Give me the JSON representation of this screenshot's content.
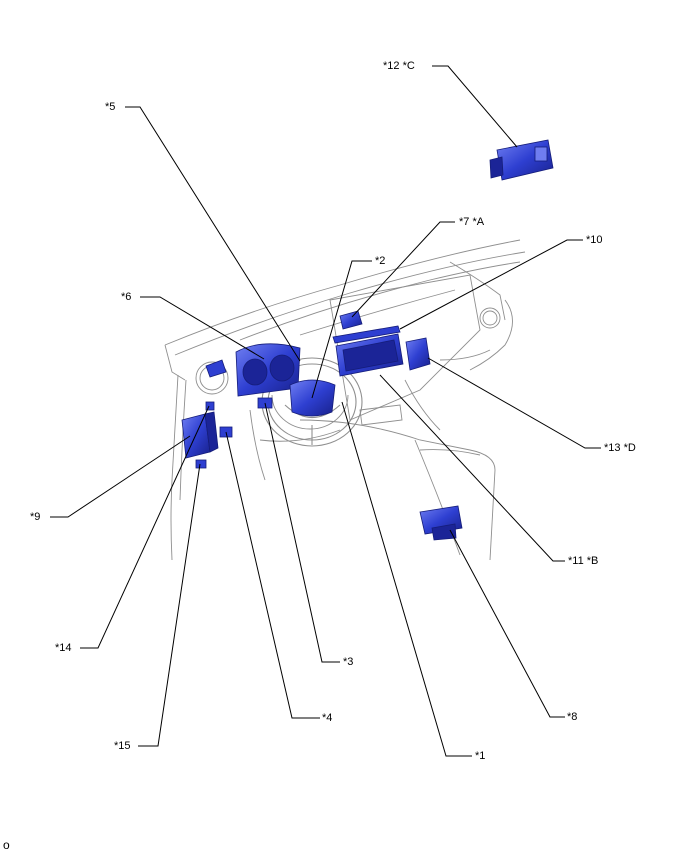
{
  "callouts": {
    "c1": "*1",
    "c2": "*2",
    "c3": "*3",
    "c4": "*4",
    "c5": "*5",
    "c6": "*6",
    "c7": "*7  *A",
    "c8": "*8",
    "c9": "*9",
    "c10": "*10",
    "c11": "*11  *B",
    "c12": "*12  *C",
    "c13": "*13  *D",
    "c14": "*14",
    "c15": "*15"
  },
  "footer_mark": "o",
  "colors": {
    "component_fill": "#2e3fd1",
    "component_dark": "#1b2497",
    "component_light": "#6f7df0",
    "line": "#000000",
    "sketch": "#8f8f8f"
  }
}
